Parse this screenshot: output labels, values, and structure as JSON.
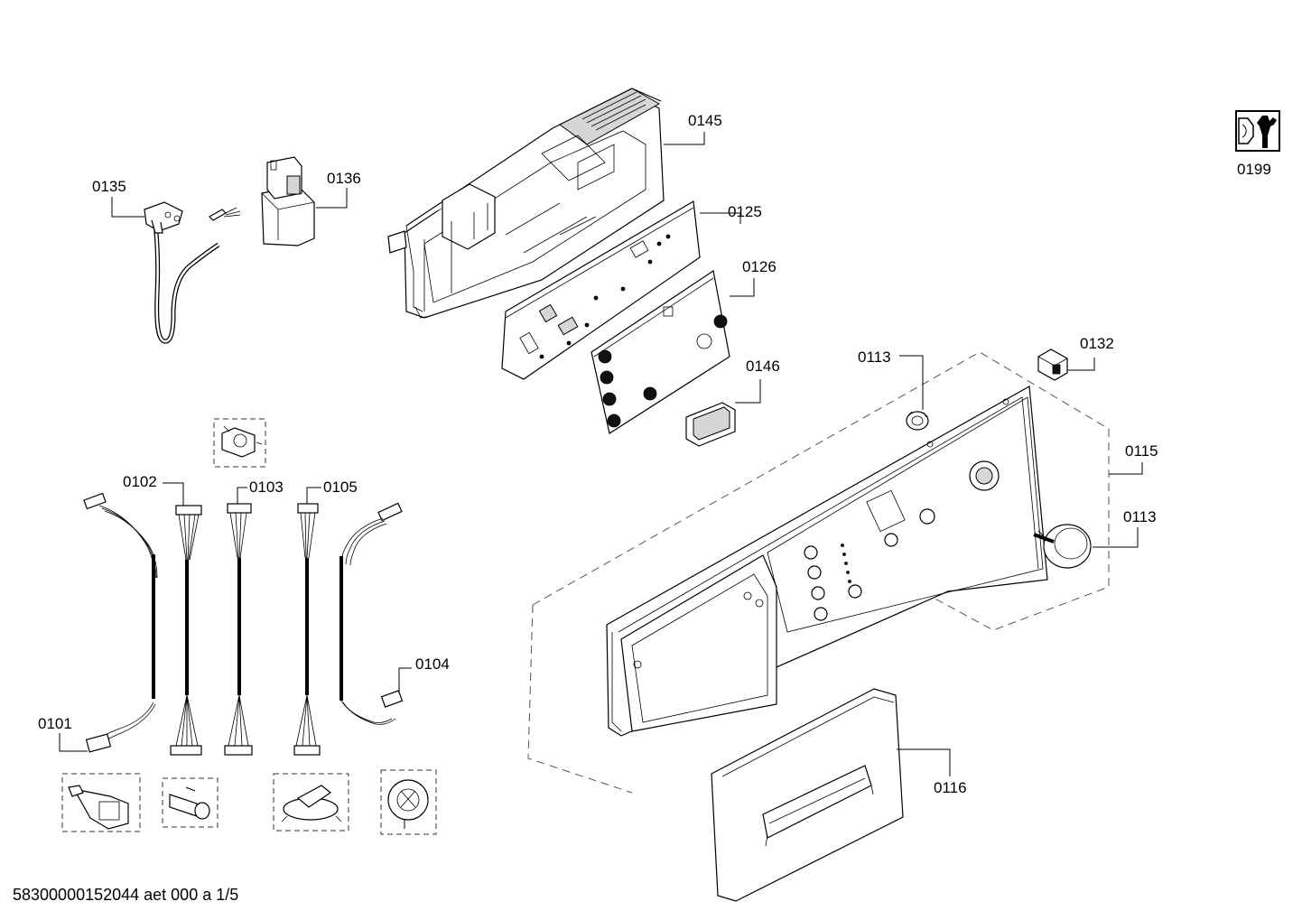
{
  "document": {
    "id_text": "58300000152044 aet 000 a 1/5"
  },
  "callouts": {
    "c0101": "0101",
    "c0102": "0102",
    "c0103": "0103",
    "c0104": "0104",
    "c0105": "0105",
    "c0113a": "0113",
    "c0113b": "0113",
    "c0115": "0115",
    "c0116": "0116",
    "c0125": "0125",
    "c0126": "0126",
    "c0132": "0132",
    "c0135": "0135",
    "c0136": "0136",
    "c0145": "0145",
    "c0146": "0146",
    "c0199": "0199"
  },
  "parts": {
    "power_cord": "power-cord",
    "interference_filter": "interference-filter",
    "module_housing": "module-housing",
    "control_board": "control-module-board",
    "switch_board": "switch-board",
    "display_cover": "display-cover",
    "programme_knob": "programme-knob",
    "fascia_panel": "fascia-panel",
    "dispenser_handle": "dispenser-handle",
    "clip": "retaining-clip",
    "tool_symbol": "tool-icon"
  }
}
